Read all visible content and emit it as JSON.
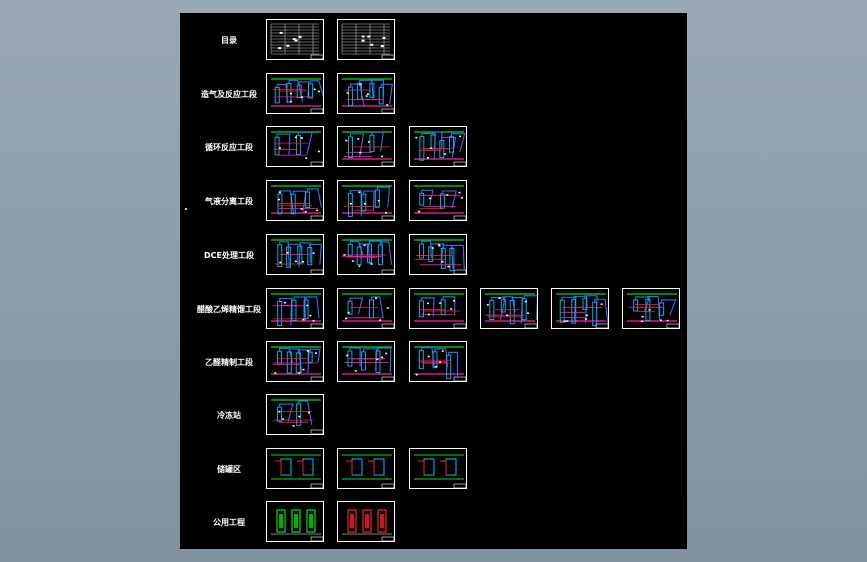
{
  "rows": [
    {
      "label": "目录",
      "count": 2,
      "style": "index"
    },
    {
      "label": "造气及反应工段",
      "count": 2,
      "style": "process"
    },
    {
      "label": "循环反应工段",
      "count": 3,
      "style": "process"
    },
    {
      "label": "气液分离工段",
      "count": 3,
      "style": "process"
    },
    {
      "label": "DCE处理工段",
      "count": 3,
      "style": "process"
    },
    {
      "label": "醋酸乙烯精馏工段",
      "count": 6,
      "style": "process"
    },
    {
      "label": "乙醛精制工段",
      "count": 3,
      "style": "process"
    },
    {
      "label": "冷冻站",
      "count": 1,
      "style": "process"
    },
    {
      "label": "储罐区",
      "count": 3,
      "style": "tank"
    },
    {
      "label": "公用工程",
      "count": 2,
      "style": "utility"
    }
  ],
  "colors": {
    "background": "#8a9aa8",
    "sheet": "#000000",
    "green": "#00e000",
    "blue": "#3070ff",
    "cyan": "#00c0ff",
    "magenta": "#ff20a0",
    "red": "#ff2020",
    "white": "#ffffff"
  }
}
